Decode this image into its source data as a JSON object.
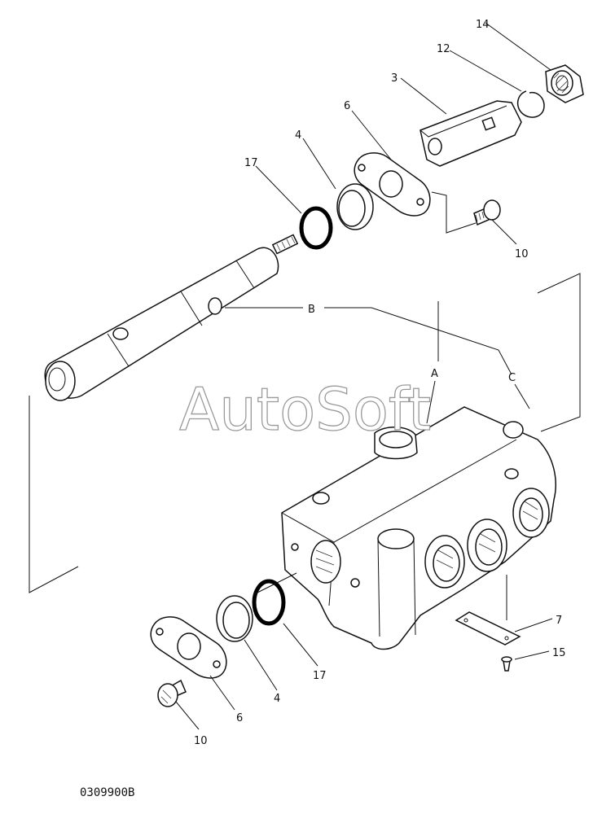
{
  "watermark": "AutoSoft",
  "drawing_code": "0309900B",
  "callouts": {
    "c14": "14",
    "c12": "12",
    "c3": "3",
    "c6_top": "6",
    "c4_top": "4",
    "c17_top": "17",
    "c10_top": "10",
    "cB": "B",
    "cA": "A",
    "cC": "C",
    "c7": "7",
    "c15": "15",
    "c17_bottom": "17",
    "c4_bottom": "4",
    "c6_bottom": "6",
    "c10_bottom": "10"
  }
}
